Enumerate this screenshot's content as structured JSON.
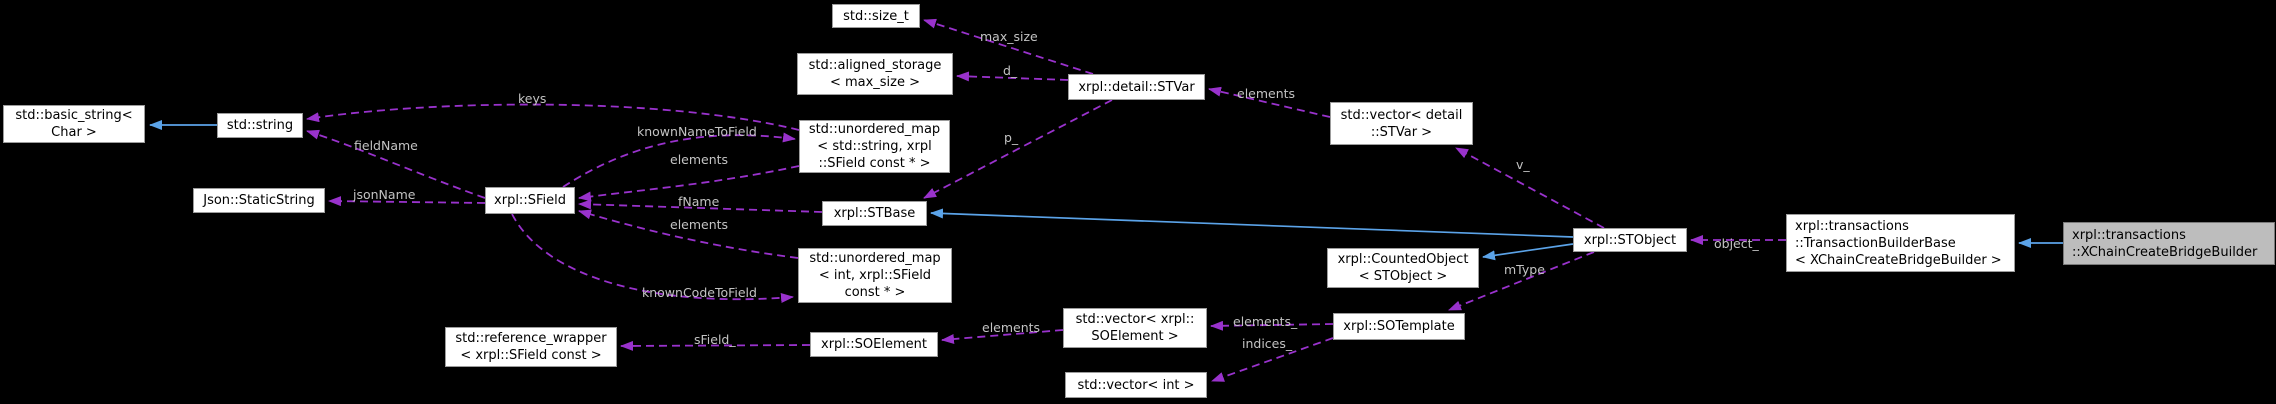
{
  "diagram_type": "doxygen-collaboration-graph",
  "colors": {
    "background": "#000000",
    "inheritance_edge": "#5ba3e8",
    "usage_edge": "#9932cc",
    "edge_label": "#c3c3c3",
    "node_background": "#ffffff",
    "node_border": "#9c9c9c",
    "highlight_node_background": "#bdbdbd"
  },
  "nodes": {
    "basic_string": {
      "label": "std::basic_string<\nChar >"
    },
    "std_string": {
      "label": "std::string"
    },
    "json_static_string": {
      "label": "Json::StaticString"
    },
    "sfield": {
      "label": "xrpl::SField"
    },
    "size_t": {
      "label": "std::size_t"
    },
    "aligned_storage": {
      "label": "std::aligned_storage\n< max_size >"
    },
    "umap_string_sfield": {
      "label": "std::unordered_map\n< std::string, xrpl\n::SField const * >"
    },
    "stbase": {
      "label": "xrpl::STBase"
    },
    "umap_int_sfield": {
      "label": "std::unordered_map\n< int, xrpl::SField\nconst * >"
    },
    "soelement": {
      "label": "xrpl::SOElement"
    },
    "ref_wrapper_sfield": {
      "label": "std::reference_wrapper\n< xrpl::SField const >"
    },
    "stvar": {
      "label": "xrpl::detail::STVar"
    },
    "vector_stvar": {
      "label": "std::vector< detail\n::STVar >"
    },
    "stobject": {
      "label": "xrpl::STObject"
    },
    "counted_object": {
      "label": "xrpl::CountedObject\n< STObject >"
    },
    "sotemplate": {
      "label": "xrpl::SOTemplate"
    },
    "vector_soelement": {
      "label": "std::vector< xrpl::\nSOElement >"
    },
    "vector_int": {
      "label": "std::vector< int >"
    },
    "transaction_builder_base": {
      "label": "xrpl::transactions\n::TransactionBuilderBase\n< XChainCreateBridgeBuilder >"
    },
    "xchain_create_bridge_builder": {
      "label": "xrpl::transactions\n::XChainCreateBridgeBuilder"
    }
  },
  "edge_labels": {
    "keys": "keys",
    "fieldName": "fieldName",
    "jsonName": "jsonName",
    "knownNameToField": "knownNameToField",
    "elements": "elements",
    "fName": "fName",
    "knownCodeToField": "knownCodeToField",
    "sField": "sField_",
    "max_size": "max_size",
    "d": "d_",
    "p": "p_",
    "v": "v_",
    "object": "object_",
    "mType": "mType",
    "elements_": "elements_",
    "indices_": "indices_"
  }
}
